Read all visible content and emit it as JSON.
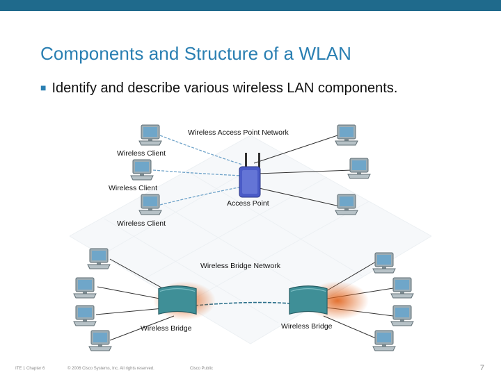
{
  "slide": {
    "title": "Components and Structure of a WLAN",
    "bullet": "Identify and describe various wireless LAN components."
  },
  "diagram": {
    "labels": {
      "ap_network": "Wireless Access Point Network",
      "client1": "Wireless Client",
      "client2": "Wireless Client",
      "client3": "Wireless Client",
      "access_point": "Access Point",
      "bridge_network": "Wireless Bridge Network",
      "bridge_left": "Wireless Bridge",
      "bridge_right": "Wireless Bridge"
    }
  },
  "footer": {
    "course": "ITE 1 Chapter 6",
    "copyright": "© 2006 Cisco Systems, Inc. All rights reserved.",
    "classification": "Cisco Public",
    "page": "7"
  },
  "colors": {
    "topbar": "#1f6a8c",
    "title": "#2a7fb2",
    "device_body": "#8a9ba3",
    "screen": "#6fa6c9",
    "bridge": "#3f8f97",
    "access_point": "#4a5bc7",
    "glow": "#e0621a"
  }
}
